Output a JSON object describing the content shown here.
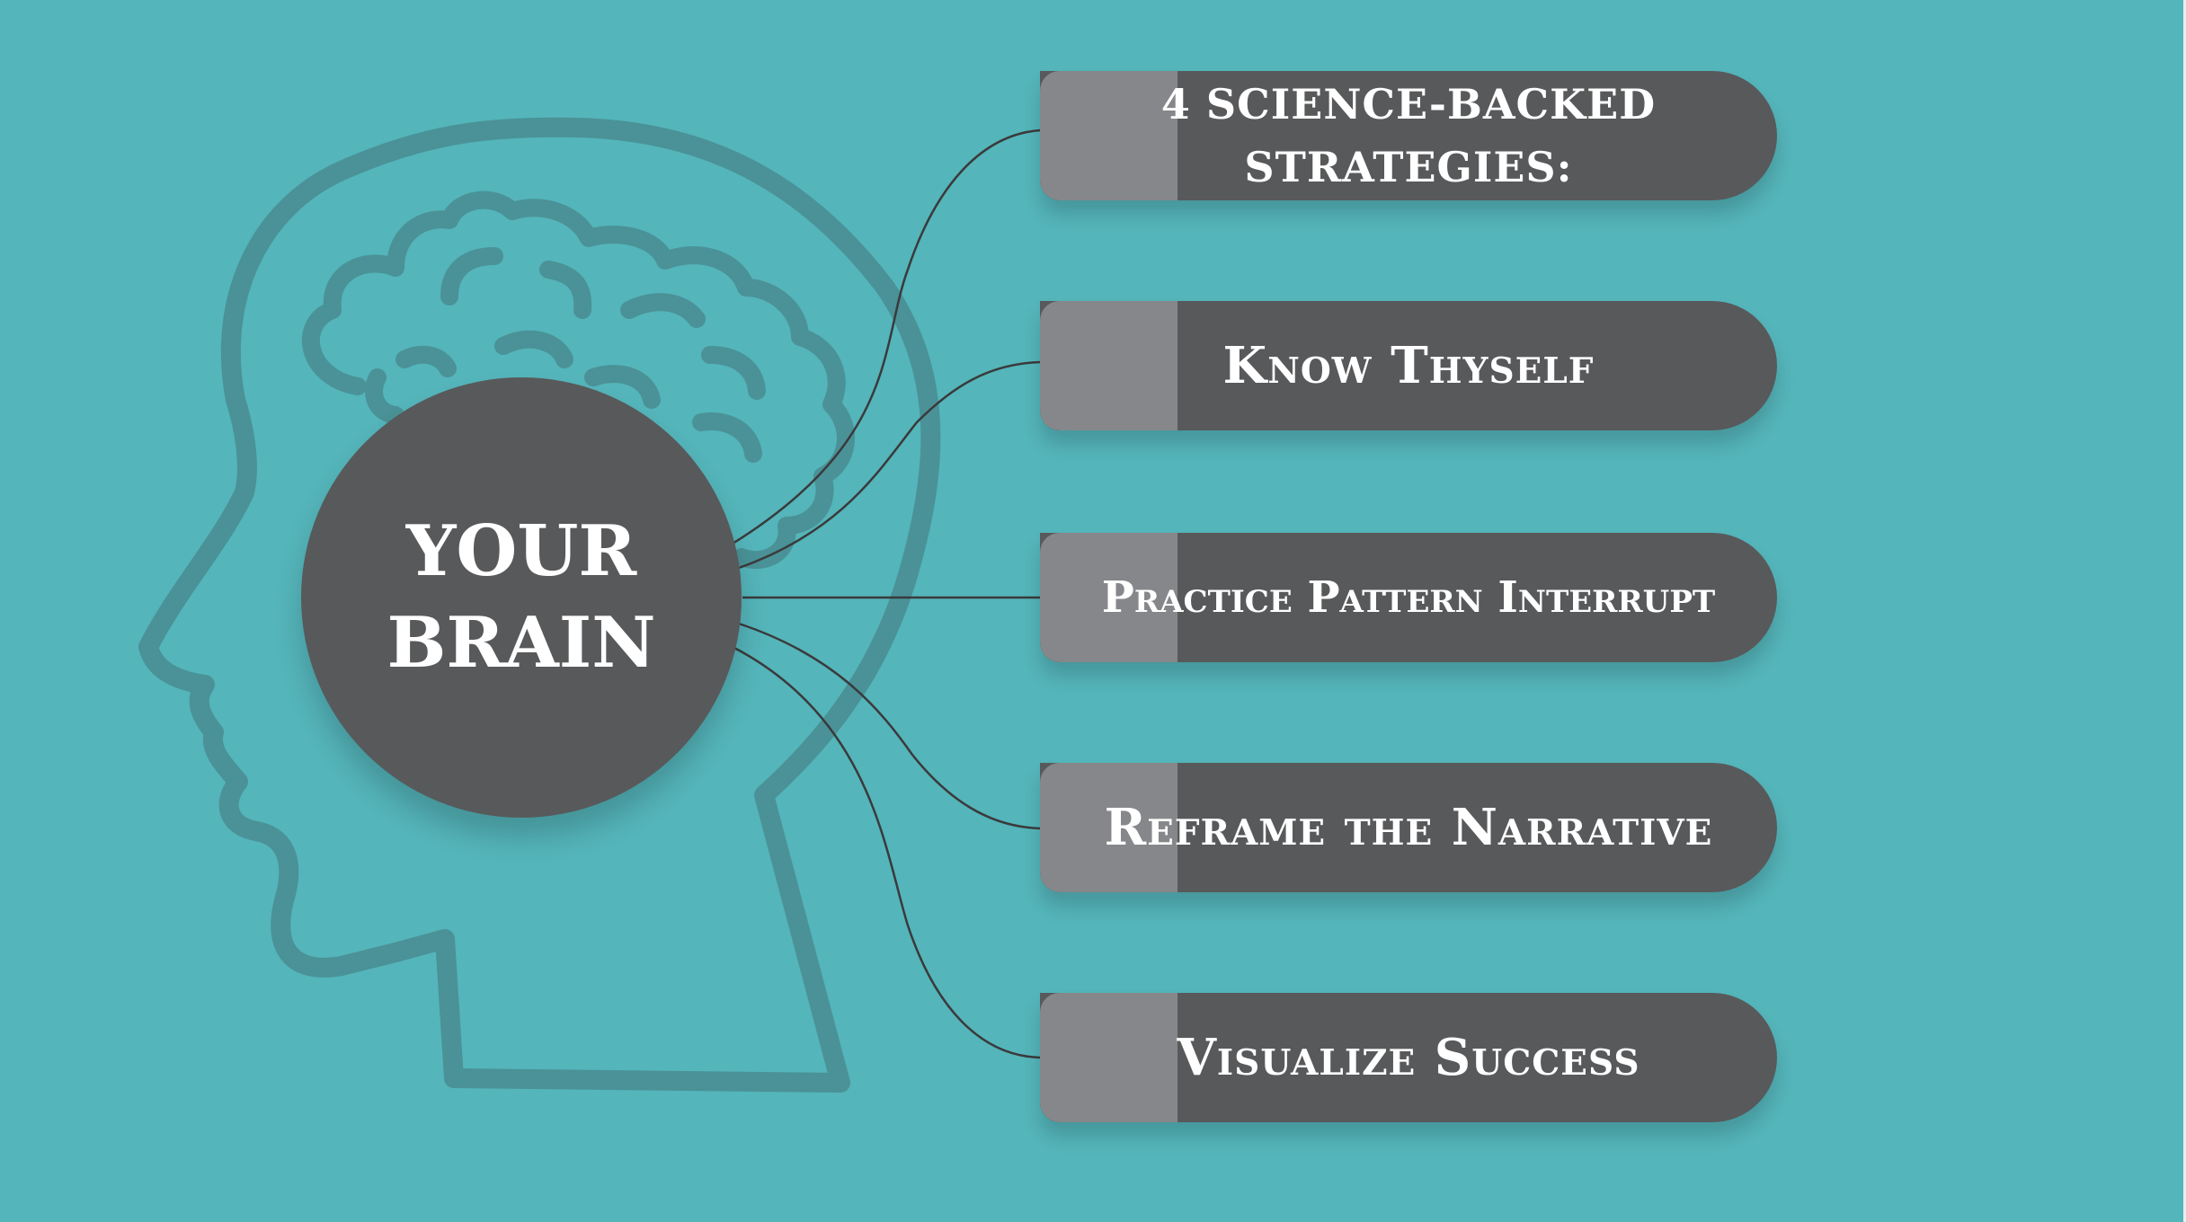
{
  "center": {
    "line1": "YOUR",
    "line2": "BRAIN"
  },
  "header_box": {
    "text": "4 SCIENCE-BACKED STRATEGIES:"
  },
  "strategies": [
    {
      "label": "Know Thyself"
    },
    {
      "label": "Practice Pattern Interrupt"
    },
    {
      "label": "Reframe the Narrative"
    },
    {
      "label": "Visualize Success"
    }
  ],
  "colors": {
    "background": "#54b5ba",
    "outline": "#4a9297",
    "box": "#58595b",
    "box_tab": "#86878a",
    "connector": "#3a3a3c",
    "text": "#ffffff"
  },
  "icons": [
    "head-silhouette-icon",
    "brain-icon"
  ]
}
